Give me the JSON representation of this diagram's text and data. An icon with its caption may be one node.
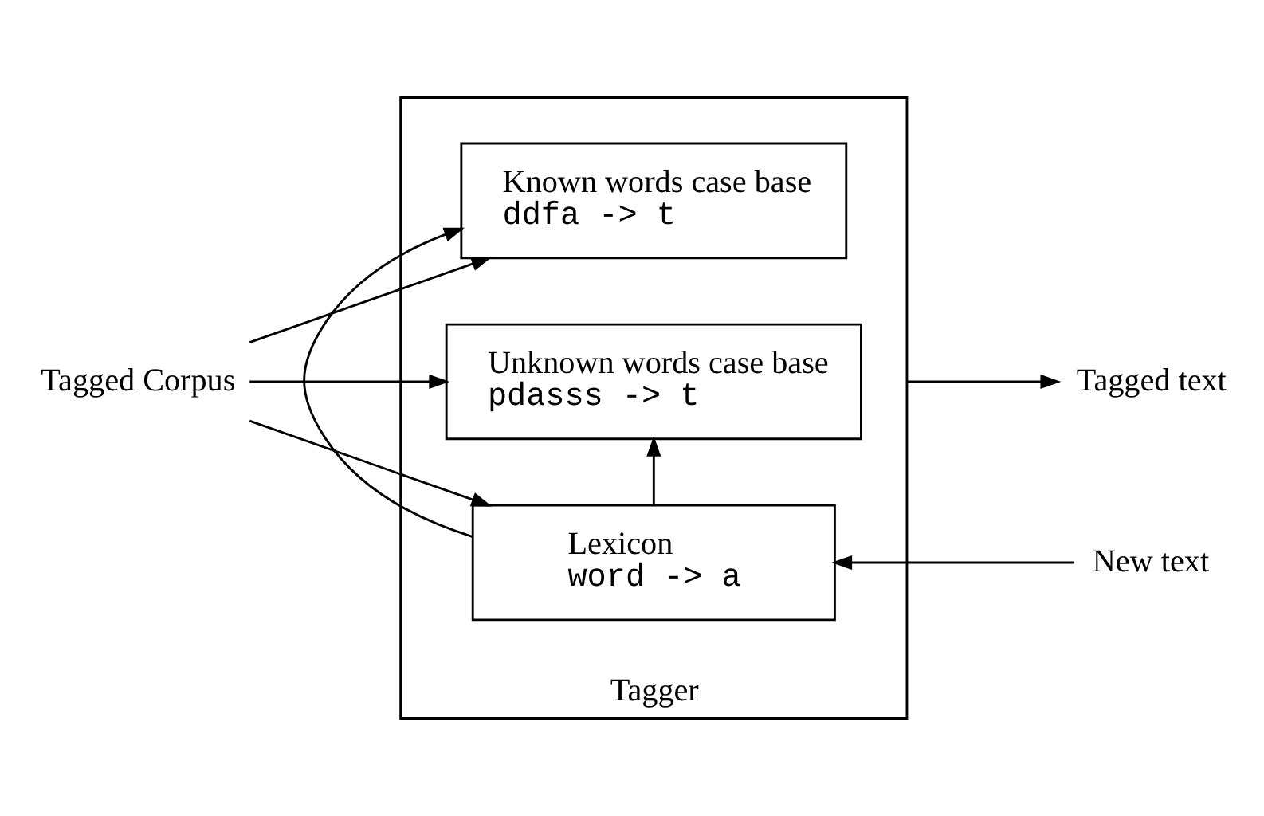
{
  "diagram": {
    "nodes": [
      {
        "text": [
          "Tagger"
        ]
      },
      {
        "text": [
          "Lexicon",
          "word -> a"
        ],
        "in": 0
      },
      {
        "text": [
          "Known words case base",
          "ddfa -> t"
        ],
        "in": 0
      },
      {
        "text": [
          "Unknown words case base",
          "pdasss -> t"
        ],
        "in": 0
      },
      {
        "text": [
          "Tagged Corpus"
        ]
      },
      {
        "text": [
          "New text"
        ]
      },
      {
        "text": [
          "Tagged text"
        ]
      }
    ],
    "edges": [
      {
        "from": 4,
        "to": 1,
        "arrow": "to"
      },
      {
        "from": 4,
        "to": 2,
        "arrow": "to"
      },
      {
        "from": 4,
        "to": 3,
        "arrow": "to"
      },
      {
        "from": 5,
        "to": 1,
        "arrow": "to"
      },
      {
        "from": 1,
        "to": 2,
        "arrow": "to"
      },
      {
        "from": 1,
        "to": 3,
        "arrow": "to"
      },
      {
        "from": 0,
        "to": 6,
        "arrow": "to"
      }
    ]
  }
}
